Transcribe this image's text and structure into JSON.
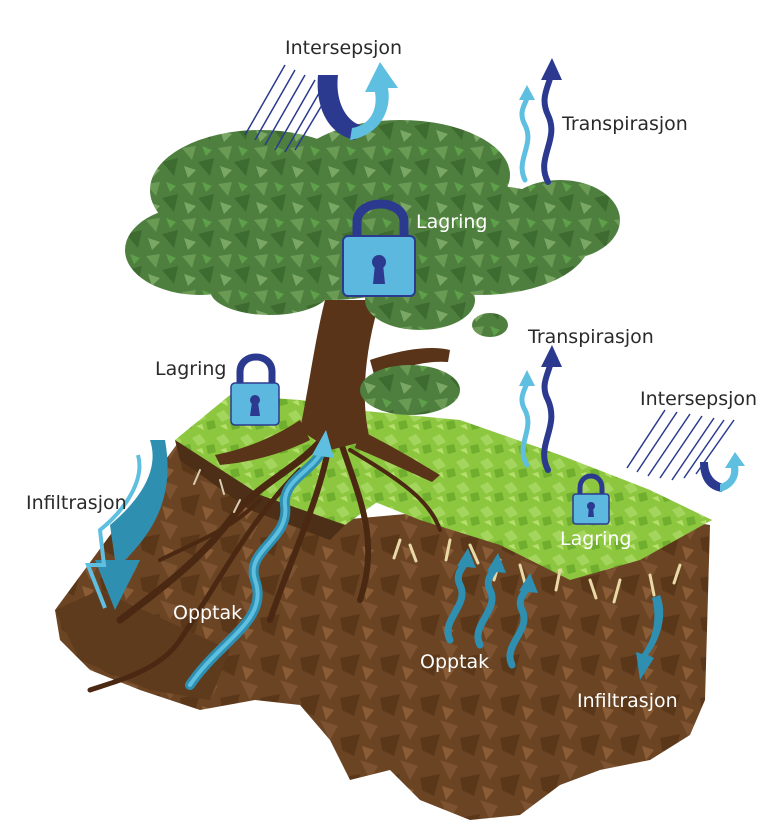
{
  "labels": {
    "interception_top": "Intersepsjon",
    "transpiration_top": "Transpirasjon",
    "storage_crown": "Lagring",
    "storage_left": "Lagring",
    "transpiration_right": "Transpirasjon",
    "interception_right": "Intersepsjon",
    "infiltration_left": "Infiltrasjon",
    "storage_grass": "Lagring",
    "uptake_left": "Opptak",
    "uptake_middle": "Opptak",
    "infiltration_right": "Infiltrasjon"
  },
  "colors": {
    "dark_blue": "#2b3a8f",
    "light_blue": "#5fbfe0",
    "teal": "#2e8fb0",
    "lock_body": "#5cb8df",
    "grass": "#8dc63f",
    "soil": "#6b4424",
    "trunk": "#5a3418",
    "crown": "#4f7f3f"
  }
}
